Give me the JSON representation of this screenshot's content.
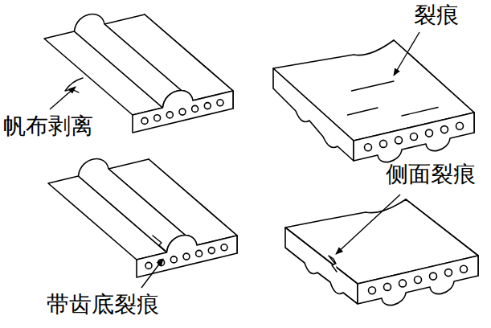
{
  "diagram": {
    "labels": [
      "裂痕",
      "帆布剥离",
      "侧面裂痕",
      "带齿底裂痕"
    ]
  }
}
